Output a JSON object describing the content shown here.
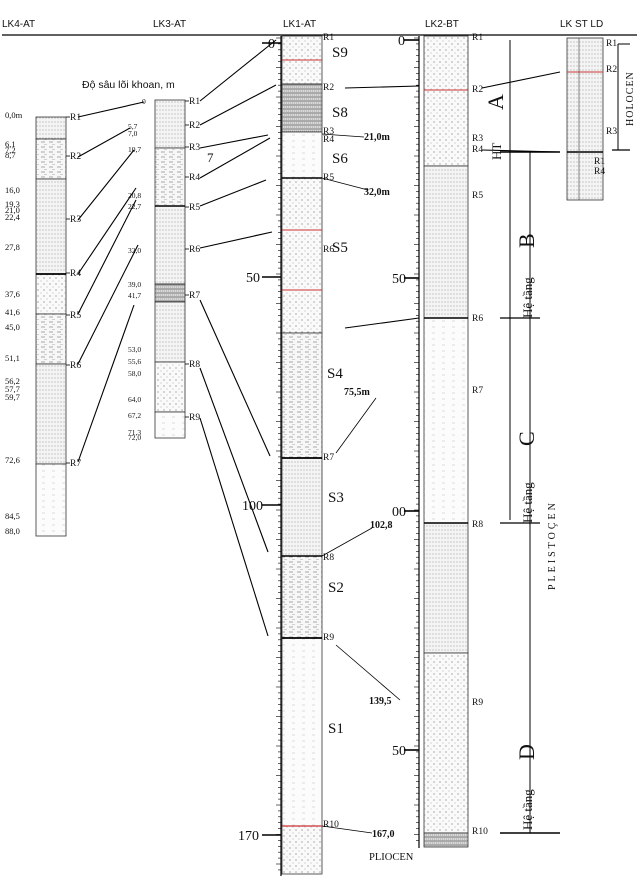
{
  "columns": [
    {
      "id": "lk4",
      "name": "LK4-AT"
    },
    {
      "id": "lk3",
      "name": "LK3-AT"
    },
    {
      "id": "lk1",
      "name": "LK1-AT"
    },
    {
      "id": "lk2",
      "name": "LK2-BT"
    },
    {
      "id": "lkst",
      "name": "LK ST LD"
    }
  ],
  "depth_caption": "Độ sâu lõi khoan, m",
  "lk4": {
    "depths": [
      "0,0m",
      "6,1",
      "7,2",
      "8,7",
      "16,0",
      "19,3",
      "21,0",
      "22,4",
      "27,8",
      "37,6",
      "41,6",
      "45,0",
      "51,1",
      "56,2",
      "57,7",
      "59,7",
      "72,6",
      "84,5",
      "88,0"
    ],
    "markers": [
      "R1",
      "R2",
      "R3",
      "R4",
      "R5",
      "R6",
      "R7"
    ]
  },
  "lk3": {
    "depths": [
      "0",
      "5,7",
      "7,0",
      "10,7",
      "20,8",
      "22,7",
      "32,0",
      "39,0",
      "41,7",
      "53,0",
      "55,6",
      "58,0",
      "64,0",
      "67,2",
      "71,3",
      "72,0"
    ],
    "markers": [
      "R1",
      "R2",
      "R3",
      "R4",
      "R5",
      "R6",
      "R7",
      "R8",
      "R9"
    ],
    "extra_label": "7"
  },
  "lk1": {
    "scale_ticks": [
      "0",
      "50",
      "100",
      "170"
    ],
    "depth_callouts": [
      "21,0m",
      "32,0m",
      "75,5m",
      "102,8",
      "139,5",
      "167,0"
    ],
    "markers": [
      "R1",
      "R2",
      "R3",
      "R4",
      "R5",
      "R6",
      "R7",
      "R8",
      "R9",
      "R10"
    ],
    "units": [
      "S9",
      "S8",
      "S6",
      "S5",
      "S4",
      "S3",
      "S2",
      "S1"
    ]
  },
  "lk2": {
    "scale_ticks": [
      "0",
      "50",
      "00",
      "50"
    ],
    "markers": [
      "R1",
      "R2",
      "R3",
      "R4",
      "R5",
      "R6",
      "R7",
      "R8",
      "R9",
      "R10"
    ],
    "formations": [
      {
        "prefix": "HT",
        "letter": "A"
      },
      {
        "prefix": "Hệ tầng",
        "letter": "B"
      },
      {
        "prefix": "Hệ tầng",
        "letter": "C"
      },
      {
        "prefix": "Hệ tầng",
        "letter": "D"
      }
    ],
    "epoch": "PLEISTOÇEN"
  },
  "lkst": {
    "markers": [
      "R1",
      "R2",
      "R3",
      "R1",
      "R4"
    ],
    "epoch": "HOLOCEN"
  },
  "pliocen": "PLIOCEN"
}
